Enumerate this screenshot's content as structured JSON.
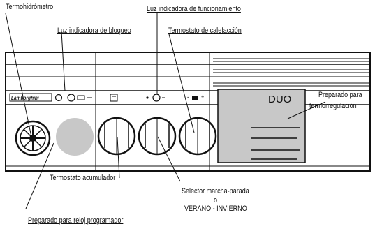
{
  "labels": {
    "termohidrometro": "Termohidrómetro",
    "luz_bloqueo": "Luz indicadora de bloqueo",
    "luz_funcionamiento": "Luz indicadora de funcionamiento",
    "termostato_calefaccion": "Termostato de calefacción",
    "preparado_termorregulacion_1": "Preparado para",
    "preparado_termorregulacion_2": "termorregulación",
    "termostato_acumulador": "Termostato acumulador",
    "selector_1": "Selector marcha-parada",
    "selector_2": "o",
    "selector_3": "VERANO - INVIERNO",
    "preparado_reloj": "Preparado para reloj programador"
  },
  "panel": {
    "brand": "Lamborghini",
    "model": "DUO",
    "symbol_minus": "-",
    "symbol_plus": "+"
  }
}
